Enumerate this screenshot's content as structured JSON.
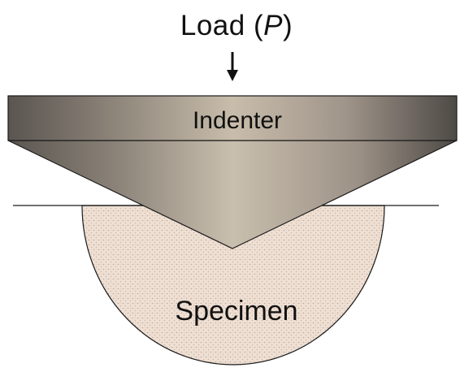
{
  "labels": {
    "load_prefix": "Load (",
    "load_symbol": "P",
    "load_suffix": ")",
    "indenter": "Indenter",
    "specimen": "Specimen"
  },
  "colors": {
    "indenter_dark": "#5c5752",
    "indenter_light": "#c4b9a8",
    "specimen_fill": "#eddccf",
    "specimen_dots": "#c9a894",
    "outline": "#1a1a1a"
  }
}
